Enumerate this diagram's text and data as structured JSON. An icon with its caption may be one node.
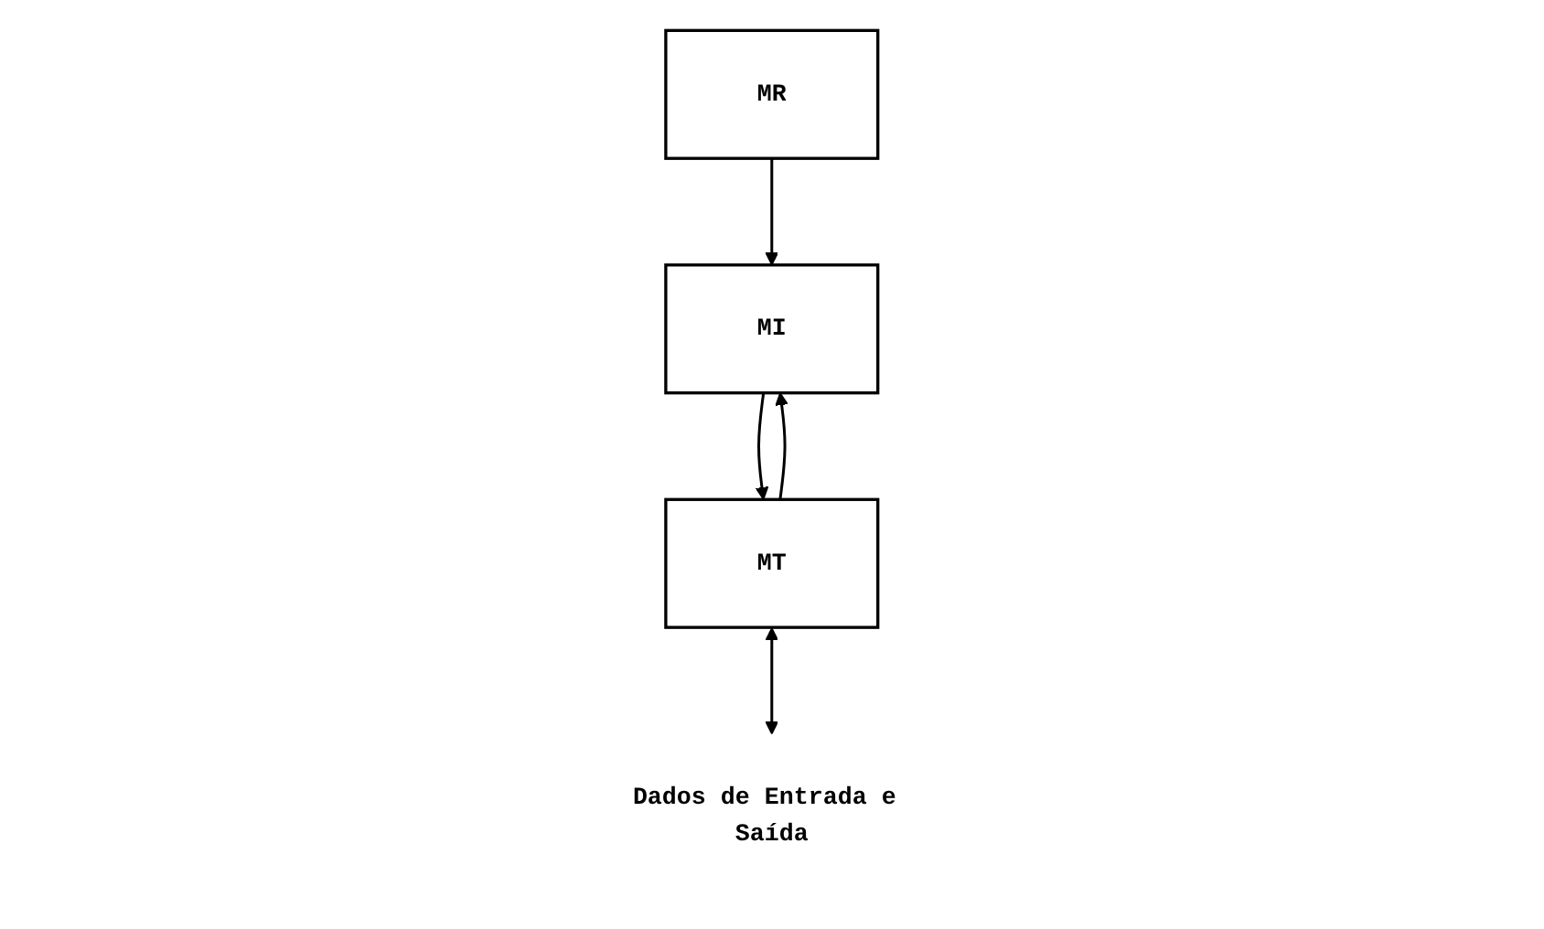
{
  "diagram": {
    "nodes": [
      {
        "text": [
          "Dados de Entrada e Saída"
        ]
      },
      {
        "text": [
          "MR"
        ]
      },
      {
        "text": [
          "MT"
        ]
      },
      {
        "text": [
          "MI"
        ]
      }
    ],
    "edges": [
      {
        "from": 1,
        "to": 3,
        "arrow": "to"
      },
      {
        "from": 2,
        "to": 3,
        "arrow": "to"
      },
      {
        "from": 3,
        "to": 2,
        "arrow": "to"
      },
      {
        "from": 2,
        "to": 0,
        "arrow": "both"
      }
    ]
  }
}
